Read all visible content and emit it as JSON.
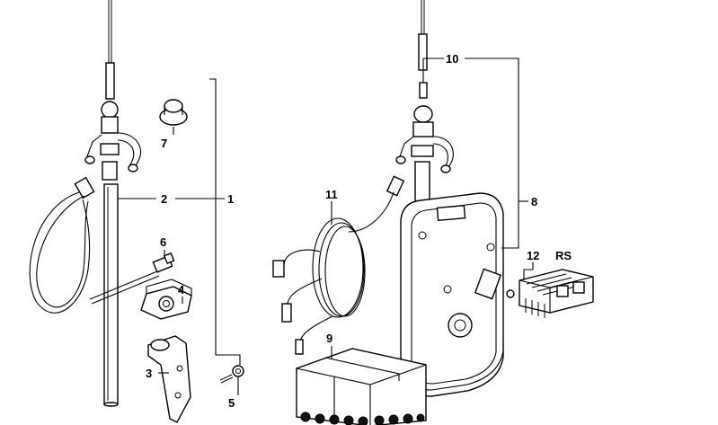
{
  "callouts": {
    "c1": "1",
    "c2": "2",
    "c3": "3",
    "c4": "4",
    "c5": "5",
    "c6": "6",
    "c7": "7",
    "c8": "8",
    "c9": "9",
    "c10": "10",
    "c11": "11",
    "c12": "12",
    "rs": "RS"
  }
}
